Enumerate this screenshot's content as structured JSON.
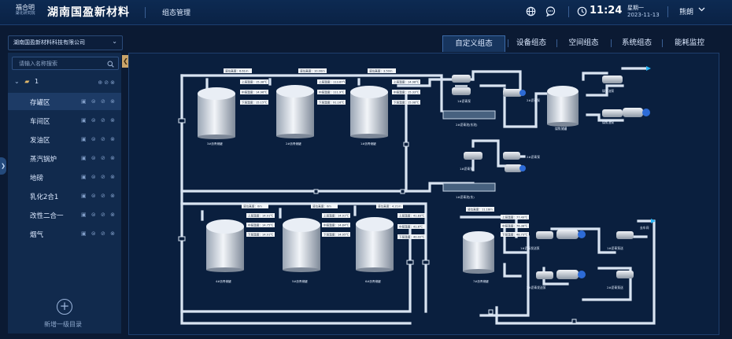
{
  "header": {
    "logo_line1": "福合明",
    "logo_line2": "湖北研究院",
    "brand": "湖南国盈新材料",
    "module": "组态管理",
    "time": "11:24",
    "weekday": "星期一",
    "date": "2023-11-13",
    "user": "熊朗"
  },
  "sidebar": {
    "company": "湖南国盈新材料科技有限公司",
    "search_placeholder": "请输入名称搜索",
    "root_label": "1",
    "items": [
      {
        "label": "存罐区"
      },
      {
        "label": "车间区"
      },
      {
        "label": "发油区"
      },
      {
        "label": "蒸汽锅炉"
      },
      {
        "label": "地磅"
      },
      {
        "label": "乳化2合1"
      },
      {
        "label": "改性二合一"
      },
      {
        "label": "烟气"
      }
    ],
    "add_label": "新增一级目录"
  },
  "tabs": [
    {
      "label": "自定义组态"
    },
    {
      "label": "设备组态"
    },
    {
      "label": "空间组态"
    },
    {
      "label": "系统组态"
    },
    {
      "label": "能耗监控"
    }
  ],
  "diagram": {
    "tanks": [
      {
        "name": "3#沥青储罐",
        "level": "液位高度：6.61m",
        "readings": [
          "上层温度：15.38℃",
          "中层温度：14.96℃",
          "下层温度：15.15℃"
        ]
      },
      {
        "name": "2#沥青储罐",
        "level": "液位高度：10.00m",
        "readings": [
          "上层温度：113.67℃",
          "中层温度：111.9℃",
          "下层温度：91.16℃"
        ]
      },
      {
        "name": "1#沥青储罐",
        "level": "液位高度：3.50m",
        "readings": [
          "上层温度：14.98℃",
          "中层温度：15.33℃",
          "下层温度：15.08℃"
        ]
      },
      {
        "name": "4#沥青储罐",
        "level": "液位高度：0m",
        "readings": [
          "上层温度：14.91℃",
          "中层温度：14.75℃",
          "下层温度：14.91℃"
        ]
      },
      {
        "name": "5#沥青储罐",
        "level": "液位高度：0m",
        "readings": [
          "上层温度：14.91℃",
          "中层温度：14.84℃",
          "下层温度：14.95℃"
        ]
      },
      {
        "name": "6#沥青储罐",
        "level": "液位高度：4.21m",
        "readings": [
          "上层温度：41.83℃",
          "中层温度：41.6℃",
          "下层温度：40.02℃"
        ]
      },
      {
        "name": "7#沥青储罐",
        "level": "液位高度：11.18m",
        "readings": [
          "上层温度：77.49℃",
          "中层温度：76.38℃",
          "下层温度：48.73℃"
        ]
      }
    ],
    "labels": {
      "pump_2_a": "2#沥青泵",
      "pump_1": "1#沥青泵",
      "pump_2_b": "2#沥青泵",
      "pump_1_b": "1#沥青泵",
      "pool_2": "2#沥青池(东池)",
      "pool_1": "1#沥青池(东)",
      "tank_small": "煤焦储罐",
      "pump_tar_a": "煤焦油泵",
      "pump_tar_b": "煤焦油泵",
      "send_1": "1#沥青发送泵",
      "send_2": "2#沥青发送泵",
      "send_3": "1#沥青泵送",
      "send_4": "2#沥青泵送",
      "to_car": "去车间"
    }
  }
}
